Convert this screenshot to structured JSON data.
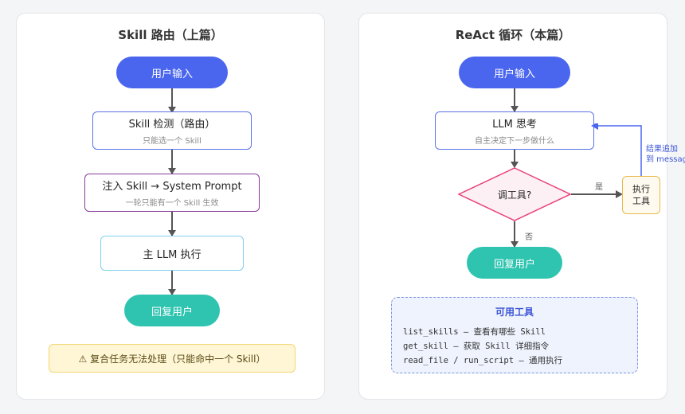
{
  "left": {
    "title": "Skill 路由（上篇）",
    "input": "用户输入",
    "detect": {
      "label": "Skill 检测（路由）",
      "sub": "只能选一个 Skill"
    },
    "inject": {
      "label": "注入 Skill → System Prompt",
      "sub": "一轮只能有一个 Skill 生效"
    },
    "exec": "主 LLM 执行",
    "reply": "回复用户",
    "warning": "⚠ 复合任务无法处理（只能命中一个 Skill）"
  },
  "right": {
    "title": "ReAct 循环（本篇）",
    "input": "用户输入",
    "think": {
      "label": "LLM 思考",
      "sub": "自主决定下一步做什么"
    },
    "decision": "调工具?",
    "yes": "是",
    "no": "否",
    "exec_tool": [
      "执行",
      "工具"
    ],
    "feedback": [
      "结果追加",
      "到 messages"
    ],
    "reply": "回复用户",
    "tools_title": "可用工具",
    "tools": [
      "list_skills — 查看有哪些 Skill",
      "get_skill — 获取 Skill 详细指令",
      "read_file / run_script — 通用执行"
    ]
  },
  "colors": {
    "blue": "#4a65ee",
    "teal": "#2ec4b0",
    "detect_border": "#5a73e8",
    "inject_border": "#8a3c9a",
    "exec_border": "#7fd0ee",
    "decision_border": "#e8407a",
    "exec_tool_border": "#e8b84a"
  }
}
